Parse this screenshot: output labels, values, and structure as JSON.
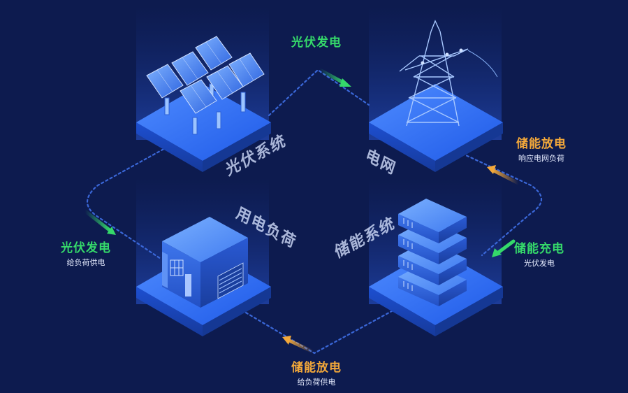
{
  "nodes": {
    "pv_system": "光伏系统",
    "grid": "电网",
    "load": "用电负荷",
    "storage": "储能系统"
  },
  "flows": {
    "top": {
      "title": "光伏发电"
    },
    "right_upper": {
      "title": "储能放电",
      "subtitle": "响应电网负荷"
    },
    "right_lower": {
      "title": "储能充电",
      "subtitle": "光伏发电"
    },
    "left": {
      "title": "光伏发电",
      "subtitle": "给负荷供电"
    },
    "bottom": {
      "title": "储能放电",
      "subtitle": "给负荷供电"
    }
  },
  "colors": {
    "background": "#0d1b4f",
    "green": "#35d96a",
    "orange": "#f3a83a",
    "platform": "#2b6cf0"
  }
}
